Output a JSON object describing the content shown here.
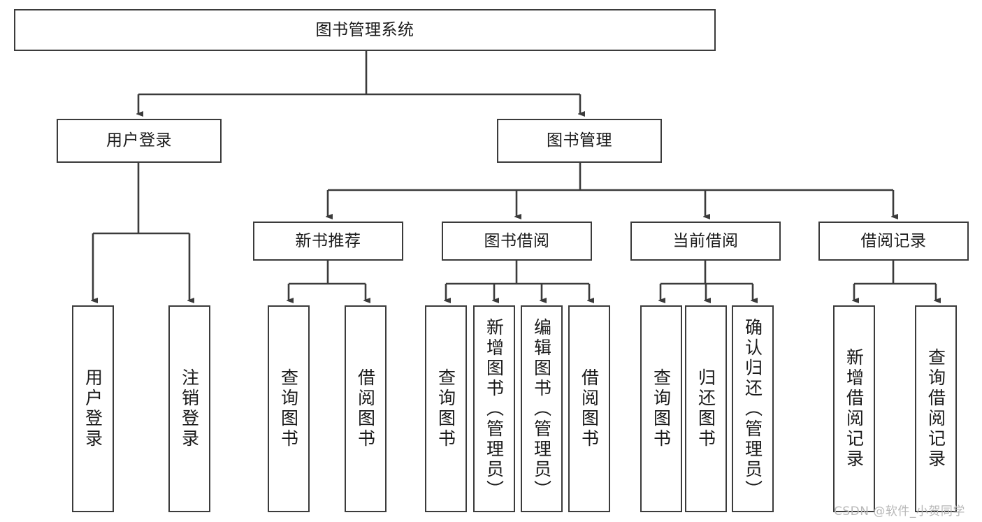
{
  "diagram": {
    "title_node": {
      "label": "图书管理系统"
    },
    "level2": [
      {
        "id": "user-login",
        "label": "用户登录"
      },
      {
        "id": "book-management",
        "label": "图书管理"
      }
    ],
    "level3": [
      {
        "id": "new-book-recommend",
        "label": "新书推荐"
      },
      {
        "id": "book-borrow",
        "label": "图书借阅"
      },
      {
        "id": "current-borrow",
        "label": "当前借阅"
      },
      {
        "id": "borrow-record",
        "label": "借阅记录"
      }
    ],
    "leaves": {
      "user_login": [
        {
          "id": "leaf-user-login",
          "label": "用户登录"
        },
        {
          "id": "leaf-user-logout",
          "label": "注销登录"
        }
      ],
      "new_book_recommend": [
        {
          "id": "leaf-query-book-1",
          "label": "查询图书"
        },
        {
          "id": "leaf-borrow-book-1",
          "label": "借阅图书"
        }
      ],
      "book_borrow": [
        {
          "id": "leaf-query-book-2",
          "label": "查询图书"
        },
        {
          "id": "leaf-add-book",
          "label": "新增图书（管理员）"
        },
        {
          "id": "leaf-edit-book",
          "label": "编辑图书（管理员）"
        },
        {
          "id": "leaf-borrow-book-2",
          "label": "借阅图书"
        }
      ],
      "current_borrow": [
        {
          "id": "leaf-query-book-3",
          "label": "查询图书"
        },
        {
          "id": "leaf-return-book",
          "label": "归还图书"
        },
        {
          "id": "leaf-confirm-return",
          "label": "确认归还（管理员）"
        }
      ],
      "borrow_record": [
        {
          "id": "leaf-add-record",
          "label": "新增借阅记录"
        },
        {
          "id": "leaf-query-record",
          "label": "查询借阅记录"
        }
      ]
    },
    "colors": {
      "border": "#3b3b3b",
      "text": "#1a1a1a",
      "background": "#ffffff",
      "watermark": "#b8b8b8"
    }
  },
  "watermark": {
    "text": "CSDN @软件_小贺同学"
  }
}
